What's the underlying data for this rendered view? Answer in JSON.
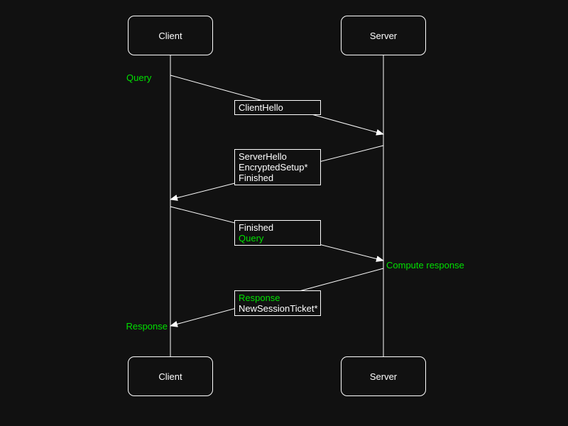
{
  "diagram_type": "sequence-diagram",
  "theme": {
    "background": "#111111",
    "foreground": "#ffffff",
    "accent_green": "#00e000"
  },
  "actors": {
    "client": {
      "label": "Client"
    },
    "server": {
      "label": "Server"
    }
  },
  "annotations": [
    {
      "text": "Query",
      "color": "#00e000",
      "position": "left-of-client-lifeline-top"
    },
    {
      "text": "Compute response",
      "color": "#00e000",
      "position": "right-of-server-lifeline"
    },
    {
      "text": "Response",
      "color": "#00e000",
      "position": "left-of-client-lifeline-bottom"
    }
  ],
  "messages": [
    {
      "from": "Client",
      "to": "Server",
      "lines": [
        {
          "text": "ClientHello",
          "color": "#ffffff"
        }
      ]
    },
    {
      "from": "Server",
      "to": "Client",
      "lines": [
        {
          "text": "ServerHello",
          "color": "#ffffff"
        },
        {
          "text": "EncryptedSetup*",
          "color": "#ffffff"
        },
        {
          "text": "Finished",
          "color": "#ffffff"
        }
      ]
    },
    {
      "from": "Client",
      "to": "Server",
      "lines": [
        {
          "text": "Finished",
          "color": "#ffffff"
        },
        {
          "text": "Query",
          "color": "#00e000"
        }
      ]
    },
    {
      "from": "Server",
      "to": "Client",
      "lines": [
        {
          "text": "Response",
          "color": "#00e000"
        },
        {
          "text": "NewSessionTicket*",
          "color": "#ffffff"
        }
      ]
    }
  ]
}
